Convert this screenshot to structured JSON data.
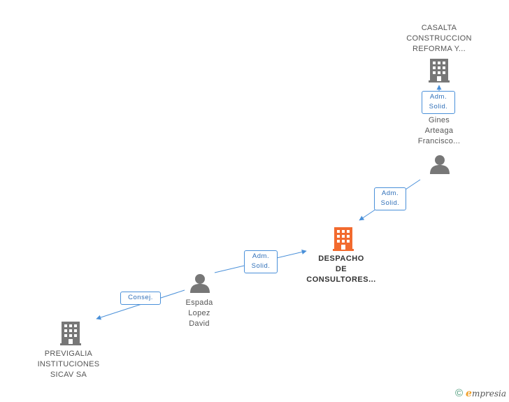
{
  "nodes": {
    "casalta": {
      "label": "CASALTA\nCONSTRUCCION\nREFORMA Y...",
      "type": "company"
    },
    "gines": {
      "label": "Gines\nArteaga\nFrancisco...",
      "type": "person"
    },
    "despacho": {
      "label": "DESPACHO\nDE\nCONSULTORES...",
      "type": "company-main"
    },
    "espada": {
      "label": "Espada\nLopez\nDavid",
      "type": "person"
    },
    "previgalia": {
      "label": "PREVIGALIA\nINSTITUCIONES\nSICAV SA",
      "type": "company"
    }
  },
  "relations": {
    "r1": {
      "label": "Adm.\nSolid."
    },
    "r2": {
      "label": "Adm.\nSolid."
    },
    "r3": {
      "label": "Adm.\nSolid."
    },
    "r4": {
      "label": "Consej."
    }
  },
  "footer": {
    "copyright": "©",
    "brand_initial": "e",
    "brand_rest": "mpresia"
  },
  "colors": {
    "edge": "#4a90d9",
    "main_node": "#f26a2e",
    "node": "#777777"
  }
}
